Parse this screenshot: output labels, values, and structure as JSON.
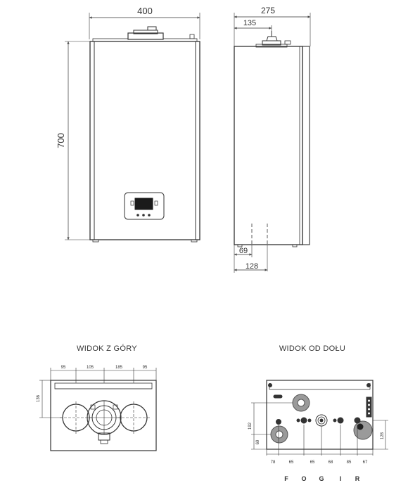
{
  "front": {
    "width": "400",
    "height": "700"
  },
  "side": {
    "depth": "275",
    "flue_offset": "135",
    "pipe_offset": "69",
    "pipe_depth": "128"
  },
  "top_view": {
    "title": "WIDOK Z GÓRY",
    "dims": [
      "95",
      "105",
      "185",
      "95"
    ],
    "side_dim": "136"
  },
  "bottom_view": {
    "title": "WIDOK OD DOŁU",
    "dims": [
      "78",
      "65",
      "65",
      "68",
      "85",
      "67"
    ],
    "side_dims": [
      "192",
      "69",
      "128"
    ],
    "connections": [
      "F",
      "O",
      "G",
      "I",
      "R"
    ]
  }
}
